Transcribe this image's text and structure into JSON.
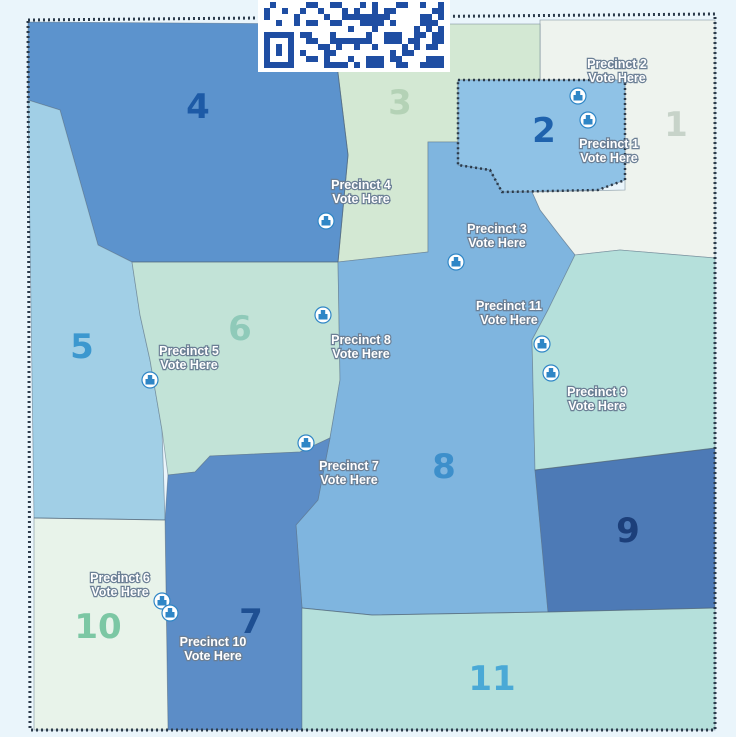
{
  "colors": {
    "background": "#eaf5fb",
    "boundary": "#2b3a4a",
    "district_1": "#eef3ee",
    "district_2": "#8fc2e6",
    "district_3": "#d3e8d3",
    "district_4": "#5c93cd",
    "district_5": "#a1cfe6",
    "district_6": "#c2e3d7",
    "district_7": "#5c8dc7",
    "district_8": "#7fb5df",
    "district_9": "#4d7ab6",
    "district_10": "#e8f3ea",
    "district_11": "#b5e0db",
    "qr_dark": "#1f4ea3",
    "qr_light": "#ffffff",
    "marker": "#2f86c6"
  },
  "qr_code": {
    "icon": "qr-code-icon"
  },
  "districts": [
    {
      "id": "1",
      "label": "1",
      "label_color": "#c7d3c9"
    },
    {
      "id": "2",
      "label": "2",
      "label_color": "#1f62ad"
    },
    {
      "id": "3",
      "label": "3",
      "label_color": "#b4d2b6"
    },
    {
      "id": "4",
      "label": "4",
      "label_color": "#1d5aa6"
    },
    {
      "id": "5",
      "label": "5",
      "label_color": "#3c98cf"
    },
    {
      "id": "6",
      "label": "6",
      "label_color": "#8fcab9"
    },
    {
      "id": "7",
      "label": "7",
      "label_color": "#1e4f92"
    },
    {
      "id": "8",
      "label": "8",
      "label_color": "#3d8fcb"
    },
    {
      "id": "9",
      "label": "9",
      "label_color": "#1c3f7a"
    },
    {
      "id": "10",
      "label": "10",
      "label_color": "#7cc7a4"
    },
    {
      "id": "11",
      "label": "11",
      "label_color": "#4aa9d6"
    }
  ],
  "polling_places": [
    {
      "id": "precinct-1",
      "line1": "Precinct 1",
      "line2": "Vote Here",
      "icon": "ballot-box-icon"
    },
    {
      "id": "precinct-2",
      "line1": "Precinct 2",
      "line2": "Vote Here",
      "icon": "ballot-box-icon"
    },
    {
      "id": "precinct-3",
      "line1": "Precinct 3",
      "line2": "Vote Here",
      "icon": "ballot-box-icon"
    },
    {
      "id": "precinct-4",
      "line1": "Precinct 4",
      "line2": "Vote Here",
      "icon": "ballot-box-icon"
    },
    {
      "id": "precinct-5",
      "line1": "Precinct 5",
      "line2": "Vote Here",
      "icon": "ballot-box-icon"
    },
    {
      "id": "precinct-6",
      "line1": "Precinct 6",
      "line2": "Vote Here",
      "icon": "ballot-box-icon"
    },
    {
      "id": "precinct-7",
      "line1": "Precinct 7",
      "line2": "Vote Here",
      "icon": "ballot-box-icon"
    },
    {
      "id": "precinct-8",
      "line1": "Precinct 8",
      "line2": "Vote Here",
      "icon": "ballot-box-icon"
    },
    {
      "id": "precinct-9",
      "line1": "Precinct 9",
      "line2": "Vote Here",
      "icon": "ballot-box-icon"
    },
    {
      "id": "precinct-10",
      "line1": "Precinct 10",
      "line2": "Vote Here",
      "icon": "ballot-box-icon"
    },
    {
      "id": "precinct-11",
      "line1": "Precinct 11",
      "line2": "Vote Here",
      "icon": "ballot-box-icon"
    }
  ]
}
